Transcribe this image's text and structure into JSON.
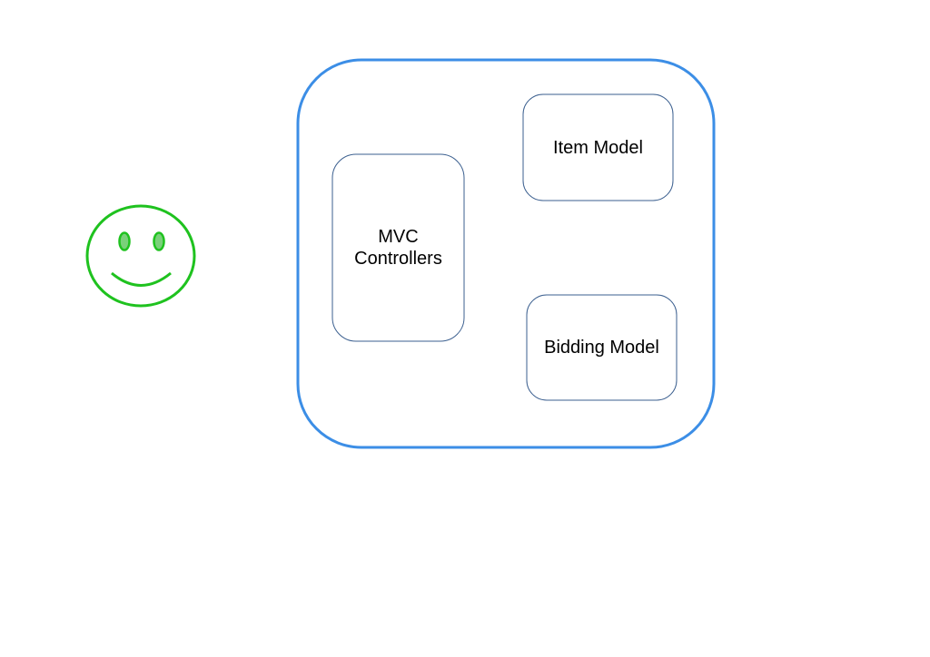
{
  "colors": {
    "background": "#ffffff",
    "container_stroke": "#3c8ee6",
    "box_stroke": "#3b5f8f",
    "smiley_stroke": "#1fc21f",
    "smiley_eye_fill": "#7ad17a",
    "text": "#000000"
  },
  "actor": {
    "icon": "smiley-face-icon"
  },
  "container": {
    "icon": "rounded-rectangle"
  },
  "boxes": {
    "mvc_controllers": "MVC\nControllers",
    "item_model": "Item Model",
    "bidding_model": "Bidding Model"
  }
}
